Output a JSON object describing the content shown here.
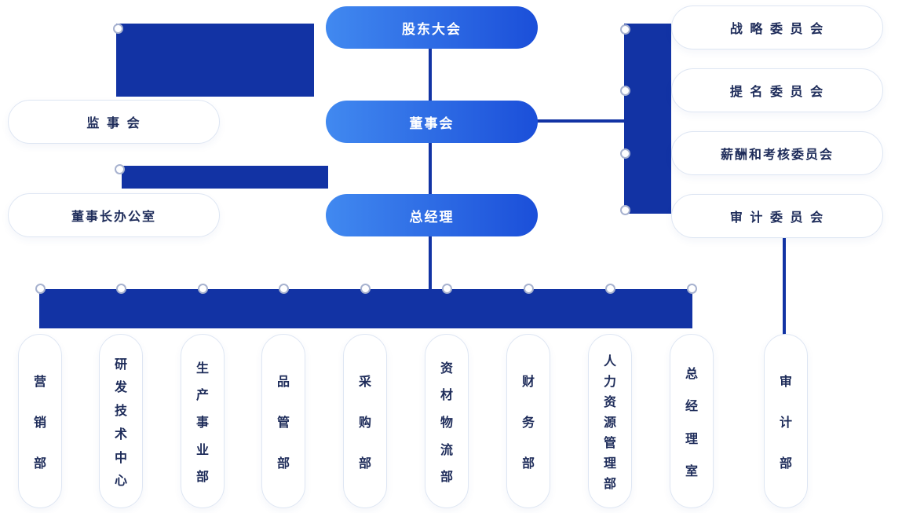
{
  "colors": {
    "pill_gradient_start": "#4189F0",
    "pill_gradient_end": "#1B4FD9",
    "connector": "#1233A4",
    "white_pill_border": "#DEE6F3",
    "white_pill_text": "#1E2C5A"
  },
  "nodes": {
    "shareholders_meeting": "股东大会",
    "board_of_directors": "董事会",
    "general_manager": "总经理",
    "supervisory_board": "监 事 会",
    "chairman_office": "董事长办公室",
    "committees": [
      "战 略 委 员 会",
      "提 名 委 员 会",
      "薪酬和考核委员会",
      "审 计 委 员 会"
    ],
    "departments": [
      "营销部",
      "研发技术中心",
      "生产事业部",
      "品管部",
      "采购部",
      "资材物流部",
      "财务部",
      "人力资源管理部",
      "总经理室"
    ],
    "audit_department": "审计部"
  }
}
